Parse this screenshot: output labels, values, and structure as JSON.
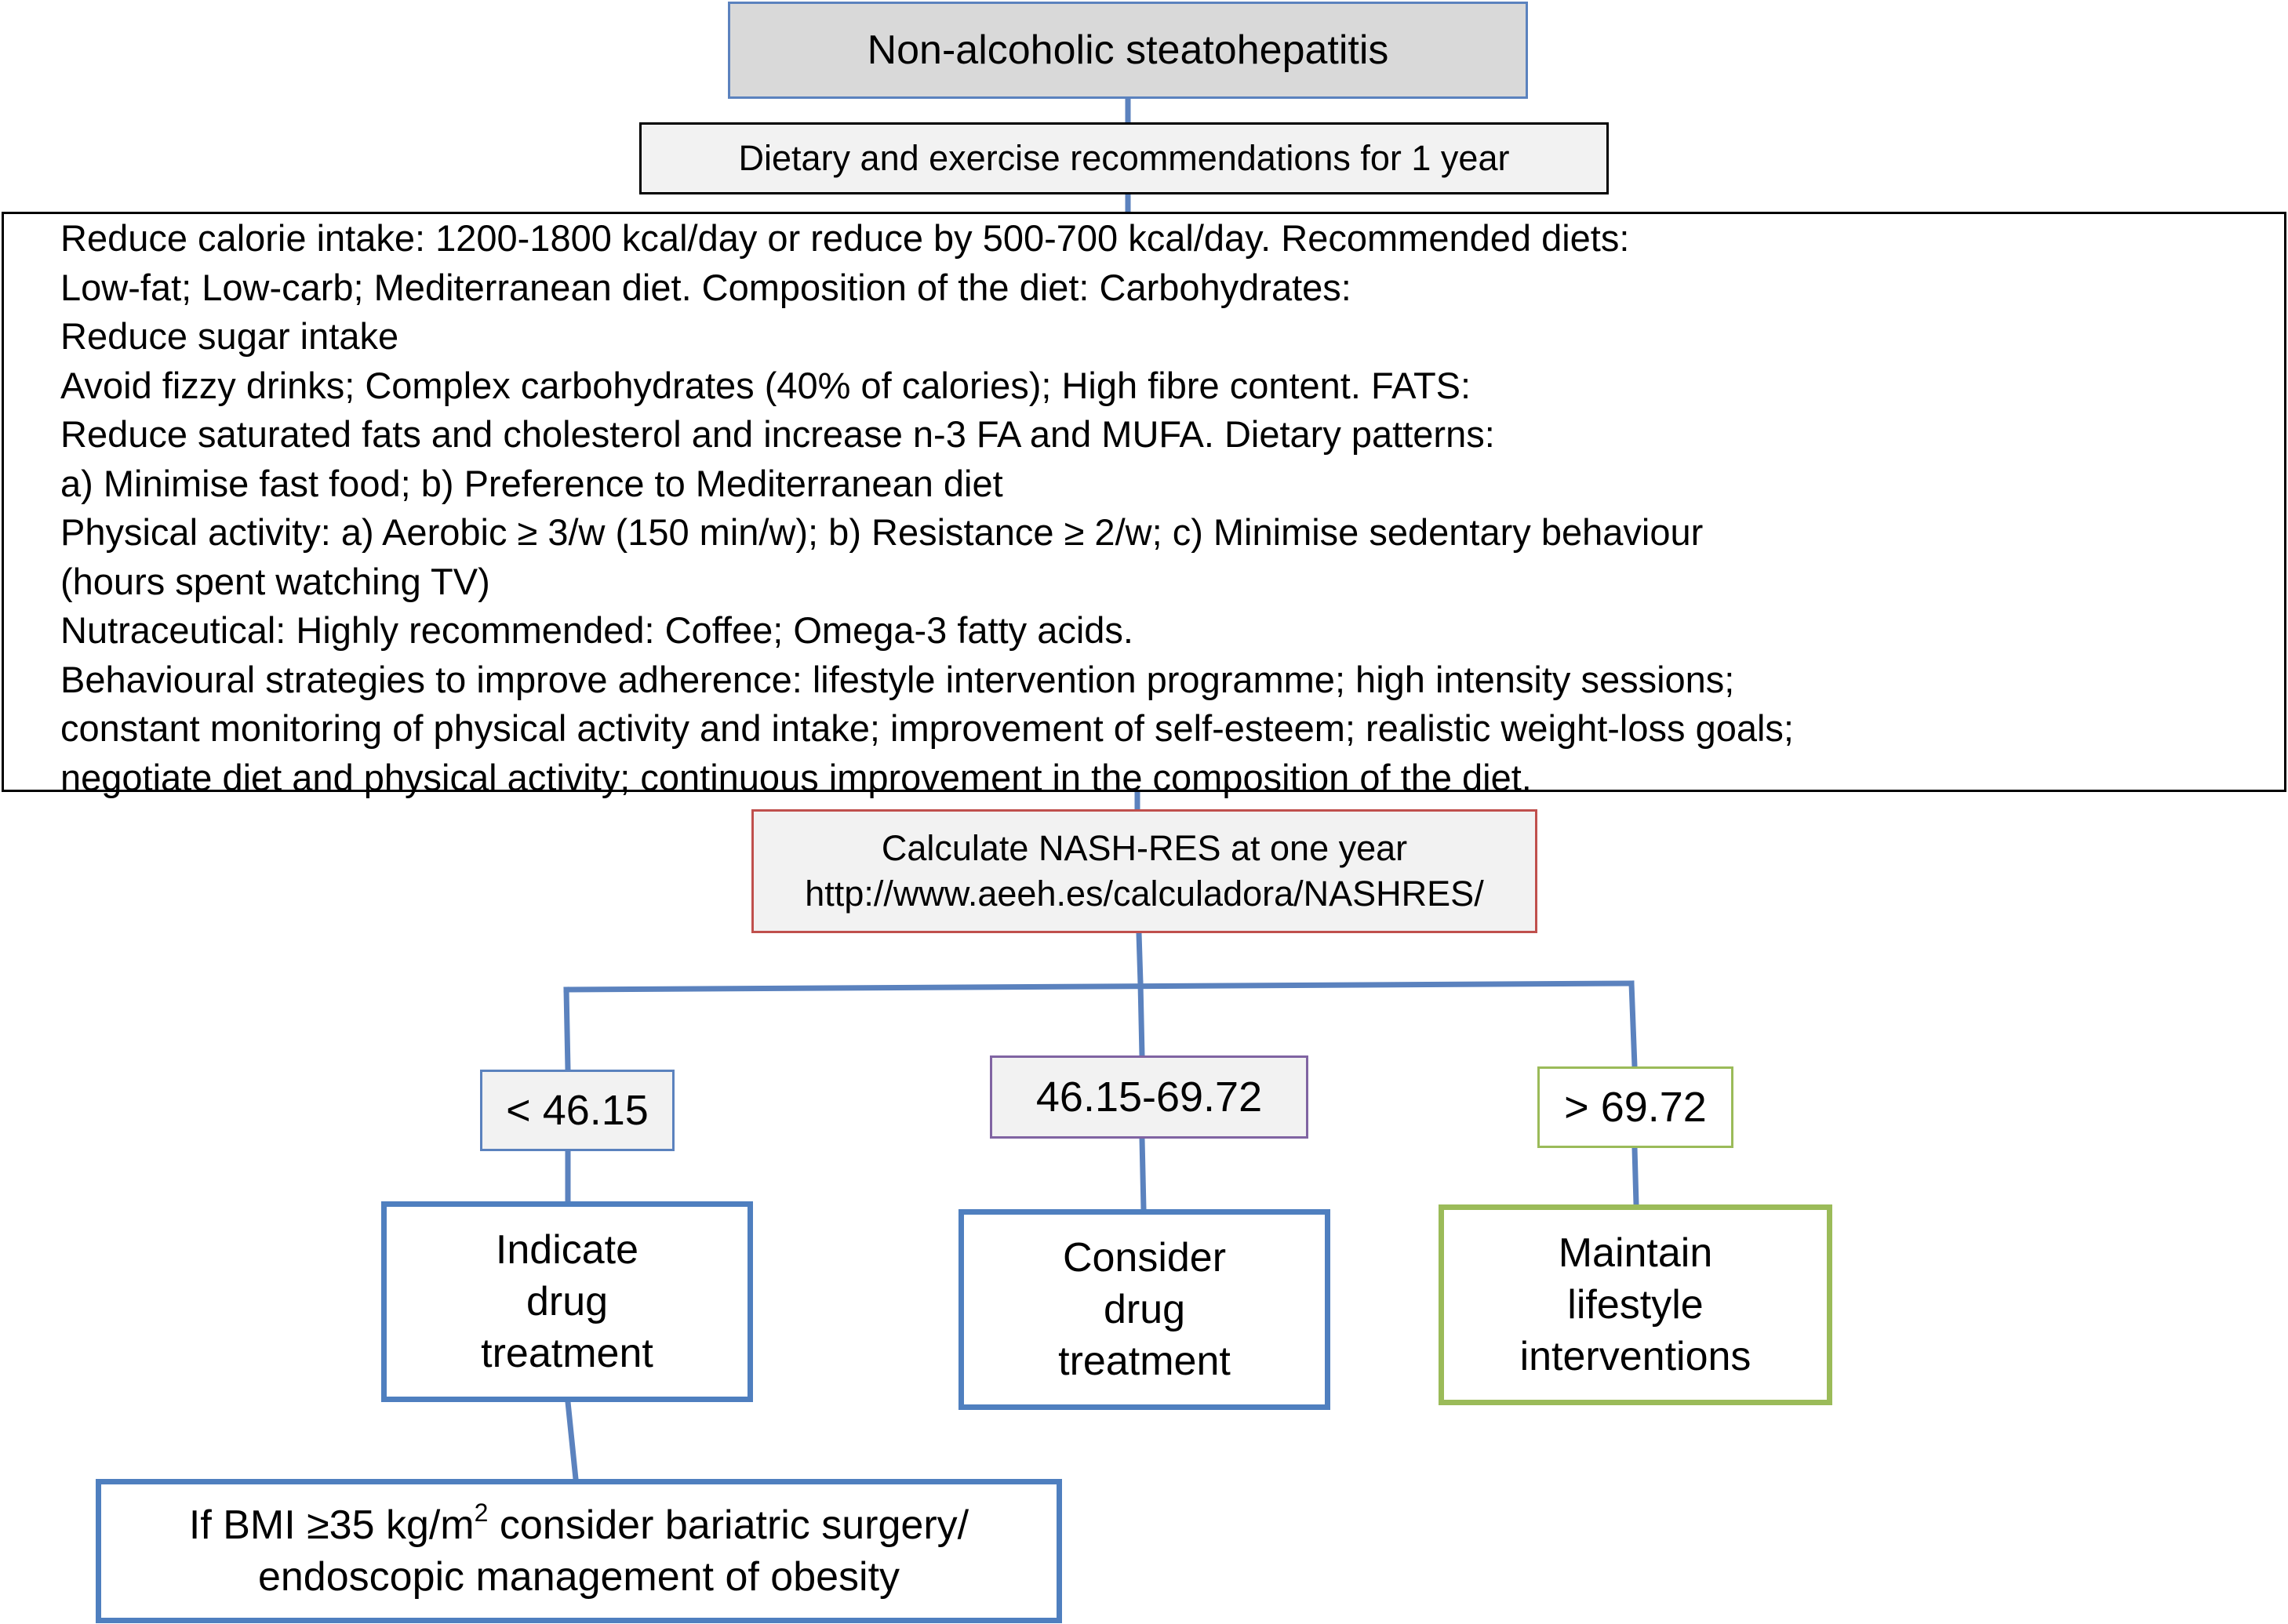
{
  "title": "Non-alcoholic steatohepatitis",
  "diet_header": "Dietary and exercise recommendations for 1 year",
  "recommendations": [
    "Reduce calorie intake: 1200-1800 kcal/day or reduce by 500-700 kcal/day. Recommended diets:",
    "Low-fat; Low-carb; Mediterranean diet. Composition of the diet: Carbohydrates:",
    "Reduce sugar intake",
    "Avoid fizzy drinks; Complex carbohydrates (40% of calories); High fibre content. FATS:",
    "Reduce saturated fats and cholesterol and increase n-3 FA and MUFA. Dietary patterns:",
    "a) Minimise fast food; b) Preference to Mediterranean diet",
    "Physical activity: a) Aerobic ≥ 3/w (150 min/w); b) Resistance ≥ 2/w; c) Minimise sedentary behaviour",
    "(hours spent watching TV)",
    "Nutraceutical: Highly recommended: Coffee; Omega-3 fatty acids.",
    "Behavioural strategies to improve adherence: lifestyle intervention programme; high intensity sessions;",
    "constant monitoring of physical activity and intake; improvement of self-esteem; realistic weight-loss goals;",
    "negotiate diet and physical activity; continuous improvement in the composition of the diet."
  ],
  "calc": {
    "line1": "Calculate NASH-RES at one year",
    "line2": "http://www.aeeh.es/calculadora/NASHRES/"
  },
  "thresholds": {
    "low": "< 46.15",
    "mid": "46.15-69.72",
    "high": "> 69.72"
  },
  "actions": {
    "indicate": [
      "Indicate",
      "drug",
      "treatment"
    ],
    "consider": [
      "Consider",
      "drug",
      "treatment"
    ],
    "maintain": [
      "Maintain",
      "lifestyle",
      "interventions"
    ]
  },
  "bmi": {
    "line1_pre": "If BMI ≥35 kg/m",
    "line1_sup": "2",
    "line1_post": " consider bariatric surgery/",
    "line2": "endoscopic management of obesity"
  },
  "colors": {
    "connector": "#5b82be",
    "blue_border": "#4f7fbf",
    "red_border": "#c0504d",
    "purple_border": "#8064a2",
    "green_border": "#9bbb59",
    "grey_fill": "#d9d9d9",
    "light_fill": "#f2f2f2"
  }
}
